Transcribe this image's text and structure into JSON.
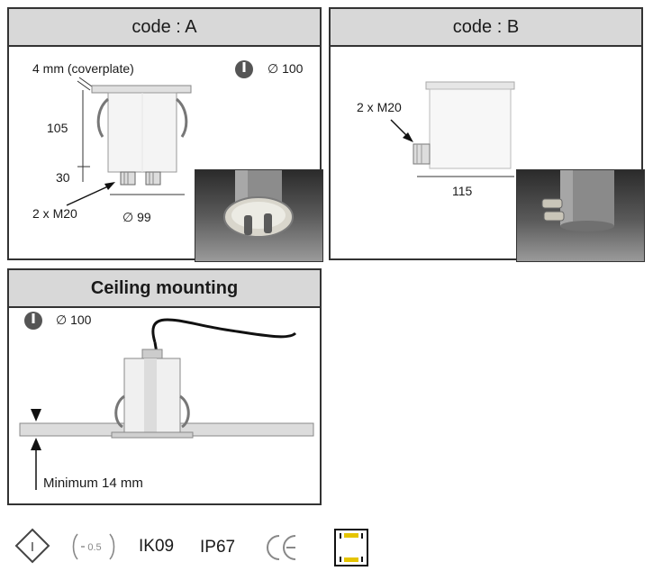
{
  "panel_a": {
    "title": "code : A",
    "coverplate_label": "4 mm (coverplate)",
    "mount_hole_label": "∅ 100",
    "height_label": "105",
    "gland_height_label": "30",
    "glands_label": "2 x M20",
    "diameter_label": "∅ 99"
  },
  "panel_b": {
    "title": "code : B",
    "glands_label": "2 x M20",
    "width_label": "115"
  },
  "ceiling": {
    "title": "Ceiling mounting",
    "mount_hole_label": "∅ 100",
    "min_thickness_label": "Minimum 14 mm"
  },
  "certifications": {
    "class_symbol": "I",
    "gloss_symbol": "0.5",
    "ik_rating": "IK09",
    "ip_rating": "IP67",
    "ce_mark": "CE"
  },
  "icons": [
    "hole-diameter-icon",
    "class-diamond-icon",
    "wire-icon",
    "ce-mark-icon",
    "led-box-icon"
  ]
}
